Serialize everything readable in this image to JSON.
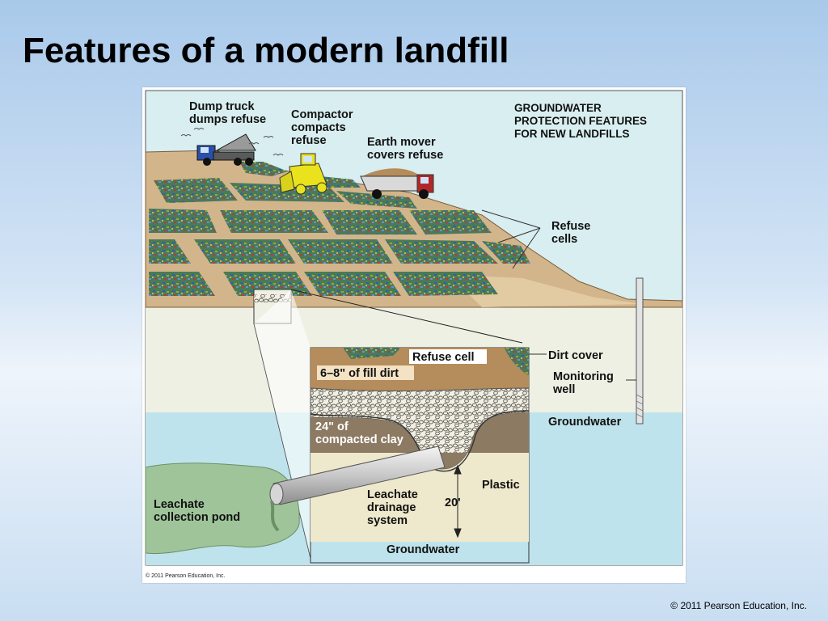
{
  "slide": {
    "title": "Features of a modern landfill",
    "copyright": "© 2011 Pearson Education, Inc."
  },
  "figure": {
    "credit": "© 2011 Pearson Education, Inc.",
    "labels": {
      "dump_truck_line1": "Dump truck",
      "dump_truck_line2": "dumps refuse",
      "compactor_line1": "Compactor",
      "compactor_line2": "compacts",
      "compactor_line3": "refuse",
      "earth_mover_line1": "Earth mover",
      "earth_mover_line2": "covers refuse",
      "heading_line1": "GROUNDWATER",
      "heading_line2": "PROTECTION FEATURES",
      "heading_line3": "FOR NEW LANDFILLS",
      "refuse_cells_line1": "Refuse",
      "refuse_cells_line2": "cells",
      "refuse_cell": "Refuse cell",
      "dirt_cover": "Dirt cover",
      "fill_dirt": "6–8\" of fill dirt",
      "monitoring_well_line1": "Monitoring",
      "monitoring_well_line2": "well",
      "groundwater_right": "Groundwater",
      "clay_line1": "24\" of",
      "clay_line2": "compacted clay",
      "plastic": "Plastic",
      "leachate_drainage_line1": "Leachate",
      "leachate_drainage_line2": "drainage",
      "leachate_drainage_line3": "system",
      "depth": "20'",
      "leachate_pond_line1": "Leachate",
      "leachate_pond_line2": "collection pond",
      "groundwater_bottom": "Groundwater"
    },
    "colors": {
      "sky": "#d8eef0",
      "soil": "#d3b58c",
      "soil_dark": "#b58c5b",
      "refuse_green": "#3f7f4f",
      "groundwater": "#bfe3ec",
      "pond": "#9fc49a",
      "clay": "#8c7a62",
      "truck_blue": "#2a4fa8",
      "compactor_yellow": "#e9e21c",
      "mover_red": "#b0272a"
    }
  }
}
